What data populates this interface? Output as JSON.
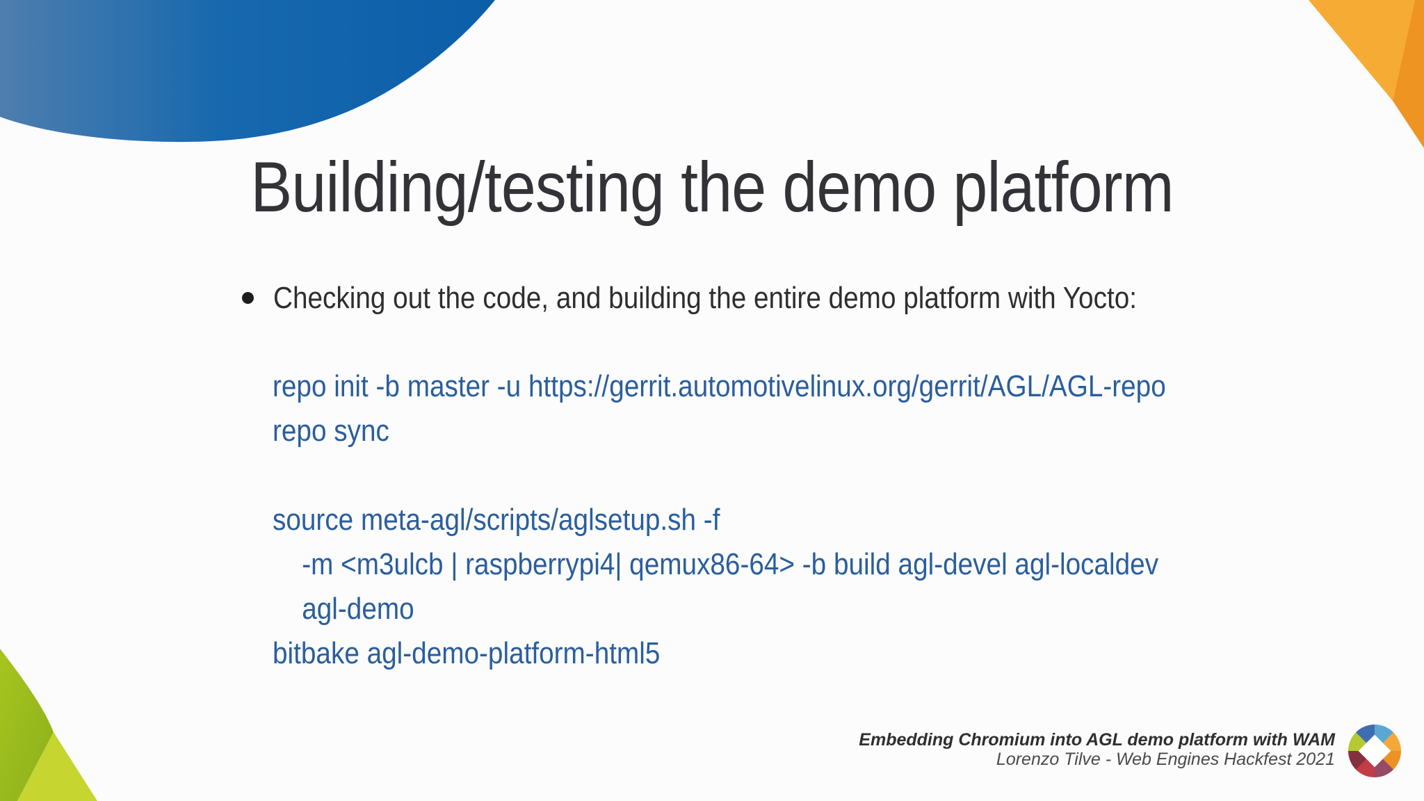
{
  "slide": {
    "title": "Building/testing the demo platform",
    "bullet": {
      "glyph": "bullet-dot",
      "text": "Checking out the code, and building the entire demo platform with Yocto:"
    },
    "code": {
      "lines": [
        "repo init -b master -u https://gerrit.automotivelinux.org/gerrit/AGL/AGL-repo",
        "repo sync",
        "",
        "source meta-agl/scripts/aglsetup.sh -f",
        "-m <m3ulcb | raspberrypi4| qemux86-64> -b build agl-devel agl-localdev",
        "agl-demo",
        "bitbake agl-demo-platform-html5"
      ]
    },
    "footer": {
      "title": "Embedding Chromium into AGL demo platform with WAM",
      "subtitle": "Lorenzo Tilve - Web Engines Hackfest 2021"
    },
    "logo": "igalia-logo"
  },
  "colors": {
    "code_text": "#2a5e9c",
    "title_text": "#333337",
    "body_text": "#2e2e2e",
    "footer_title": "#2f2f2f",
    "footer_subtitle": "#4a4a4a",
    "swoosh_blue_left": "#4e7eae",
    "swoosh_blue_right": "#0b5ea8",
    "corner_orange_light": "#f6ab35",
    "corner_orange_dark": "#ee9422",
    "corner_green_dark": "#9abd1d",
    "corner_green_light": "#c6d530"
  }
}
